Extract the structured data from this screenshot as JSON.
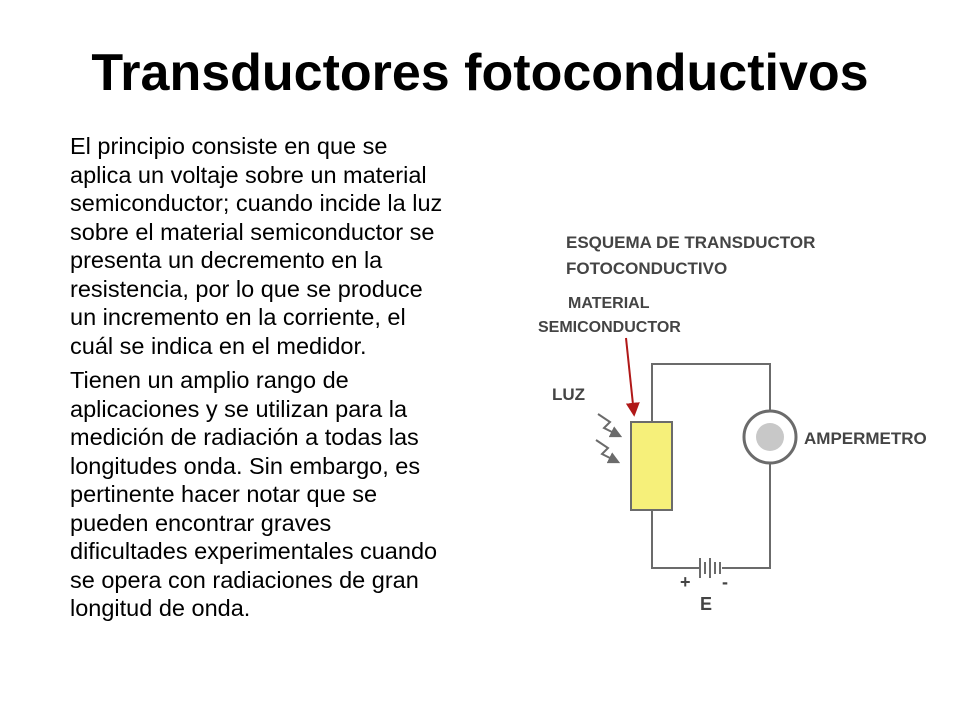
{
  "slide": {
    "title": "Transductores fotoconductivos",
    "paragraphs": [
      " El principio consiste en que se\naplica un voltaje sobre un material\nsemiconductor; cuando incide la luz\nsobre el material semiconductor  se\npresenta un decremento en la\nresistencia, por lo que se produce\nun incremento en la corriente, el\ncuál se indica en el medidor.",
      " Tienen un amplio rango de\naplicaciones y  se utilizan para la\nmedición de radiación a todas las\nlongitudes onda. Sin embargo, es\npertinente hacer notar que se\npueden encontrar graves\ndificultades experimentales cuando\nse opera con radiaciones de gran\nlongitud de onda."
    ]
  },
  "diagram": {
    "heading_line1": "ESQUEMA DE TRANSDUCTOR",
    "heading_line2": "FOTOCONDUCTIVO",
    "material_line1": "MATERIAL",
    "material_line2": "SEMICONDUCTOR",
    "light_label": "LUZ",
    "meter_label": "AMPERMETRO",
    "plus_label": "+",
    "minus_label": "-",
    "battery_label": "E",
    "colors": {
      "wire": "#6b6b6b",
      "semiconductor_fill": "#f6f07a",
      "semiconductor_stroke": "#6b6b6b",
      "pointer_arrow": "#b01818",
      "meter_face": "#c8c8c8",
      "label_text": "#444444"
    }
  }
}
